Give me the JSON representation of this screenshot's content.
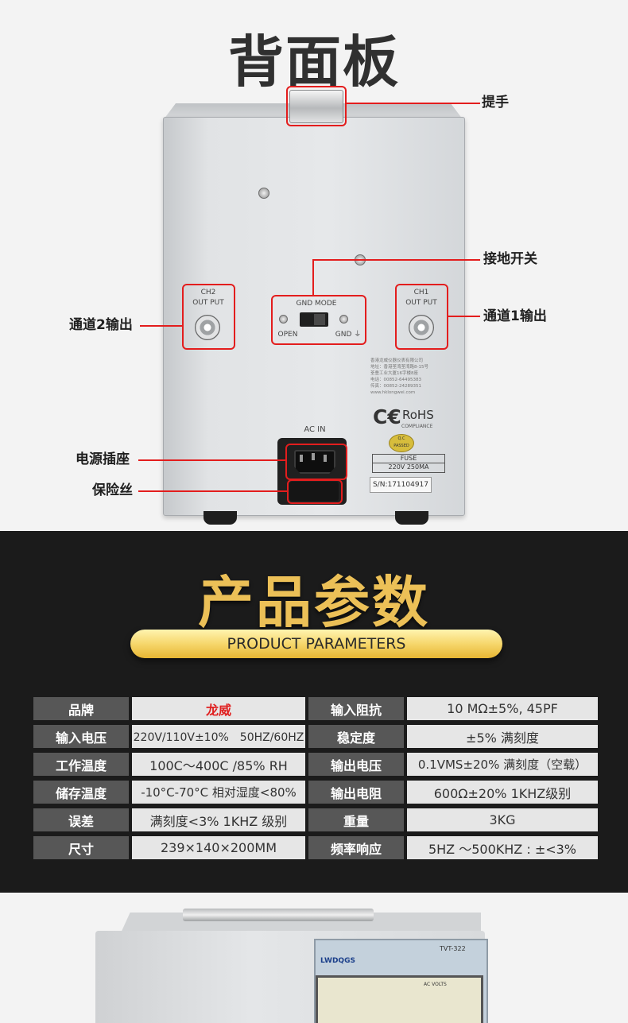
{
  "back_panel": {
    "title": "背面板",
    "callouts": {
      "handle": "提手",
      "gnd_switch": "接地开关",
      "ch1_output": "通道1输出",
      "ch2_output": "通道2输出",
      "power_socket": "电源插座",
      "fuse": "保险丝"
    },
    "device_labels": {
      "ch2": "CH2",
      "ch2_out": "OUT PUT",
      "ch1": "CH1",
      "ch1_out": "OUT PUT",
      "gnd_mode": "GND MODE",
      "open": "OPEN",
      "gnd": "GND ⏚",
      "ac_in": "AC    IN",
      "info": [
        "香港龙威仪器仪表有限公司",
        "地址：香港荃湾荃湾路8-15号",
        "荃豊工业大厦16字楼8座",
        "电话：00852-64495383",
        "传真：00852-24289351",
        "www.hklongwei.com"
      ],
      "ce": "C€",
      "rohs": "RoHS",
      "rohs_sub": "COMPLIANCE",
      "qc": "Q.C PASSED",
      "fuse_title": "FUSE",
      "fuse_value": "220V 250MA",
      "serial": "S/N:171104917"
    }
  },
  "parameters": {
    "title": "产品参数",
    "subtitle": "PRODUCT PARAMETERS",
    "rows": [
      {
        "l1": "品牌",
        "v1": "龙威",
        "l2": "输入阻抗",
        "v2": "10 MΩ±5%, 45PF"
      },
      {
        "l1": "输入电压",
        "v1": "220V/110V±10%　50HZ/60HZ",
        "l2": "稳定度",
        "v2": "±5% 满刻度"
      },
      {
        "l1": "工作温度",
        "v1": "100C～400C /85% RH",
        "l2": "输出电压",
        "v2": "0.1VMS±20% 满刻度（空载）"
      },
      {
        "l1": "储存温度",
        "v1": "-10°C-70°C 相对湿度<80%",
        "l2": "输出电阻",
        "v2": "600Ω±20% 1KHZ级别"
      },
      {
        "l1": "误差",
        "v1": "满刻度<3% 1KHZ 级别",
        "l2": "重量",
        "v2": "3KG"
      },
      {
        "l1": "尺寸",
        "v1": "239×140×200MM",
        "l2": "频率响应",
        "v2": "5HZ ～500KHZ : ±<3%"
      }
    ]
  },
  "product_photo": {
    "logo": "LWDQGS",
    "model": "TVT-322",
    "meter_label": "AC VOLTS"
  },
  "colors": {
    "highlight": "#e31d1d",
    "gold": "#ecc057",
    "dark_bg": "#1b1b1b",
    "label_bg": "#575757",
    "value_bg": "#e6e6e6",
    "brand_red": "#e02020"
  }
}
